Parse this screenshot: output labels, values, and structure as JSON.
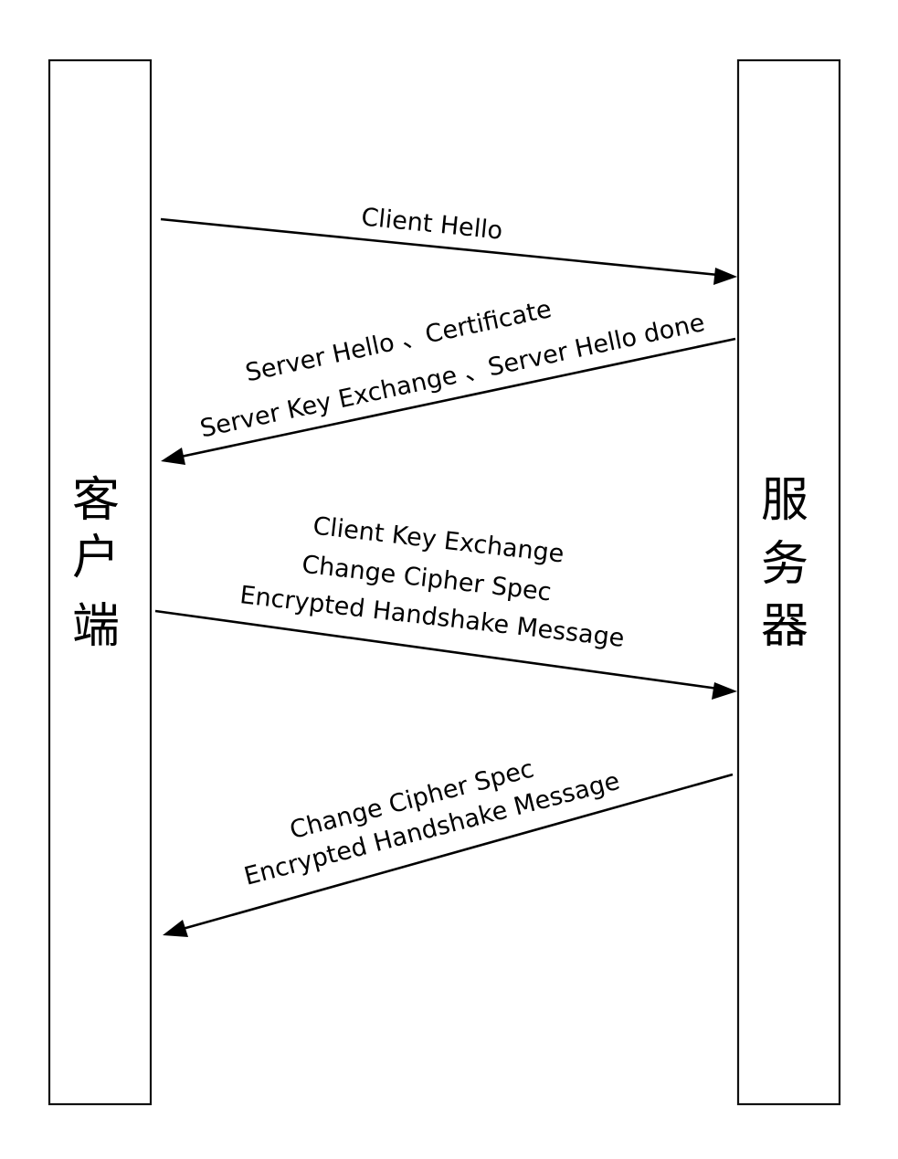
{
  "lifelines": {
    "client": {
      "label_chars": [
        "客",
        "户",
        "端"
      ]
    },
    "server": {
      "label_chars": [
        "服",
        "务",
        "器"
      ]
    }
  },
  "messages": [
    {
      "id": "client-hello",
      "direction": "client-to-server",
      "lines": [
        "Client Hello"
      ]
    },
    {
      "id": "server-hello",
      "direction": "server-to-client",
      "lines": [
        "Server Hello 、Certificate",
        "Server Key Exchange 、Server Hello done"
      ]
    },
    {
      "id": "client-key-exchange",
      "direction": "client-to-server",
      "lines": [
        "Client Key Exchange",
        "Change Cipher Spec",
        "Encrypted Handshake Message"
      ]
    },
    {
      "id": "server-finished",
      "direction": "server-to-client",
      "lines": [
        "Change Cipher Spec",
        "Encrypted Handshake Message"
      ]
    }
  ]
}
